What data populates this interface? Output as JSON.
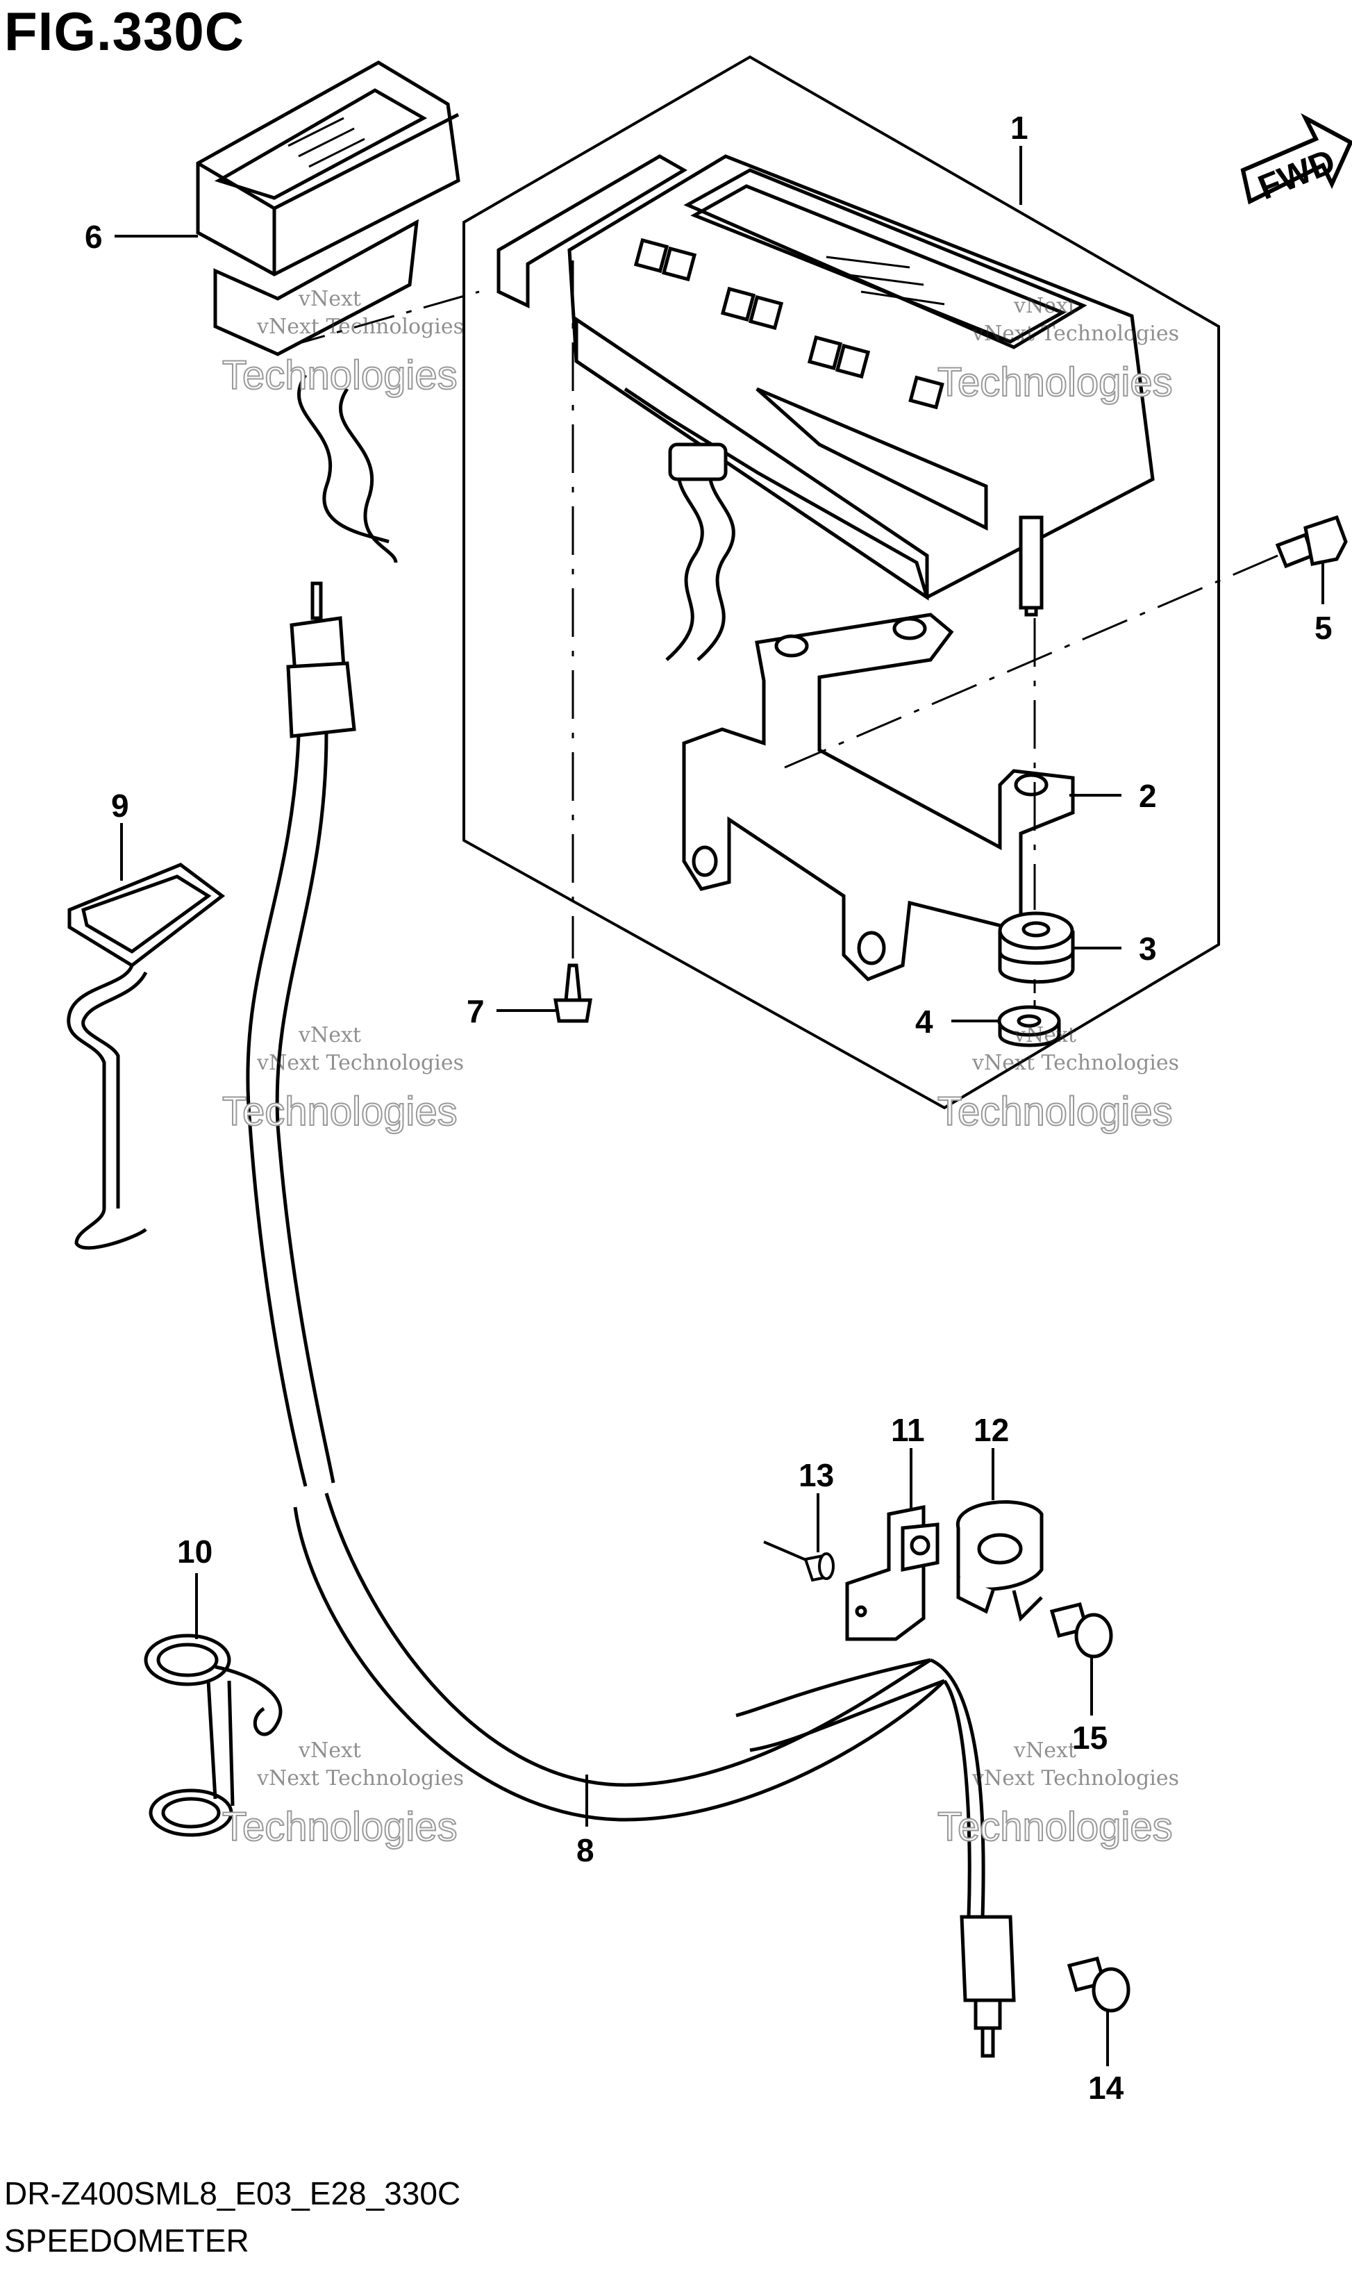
{
  "figure": {
    "title": "FIG.330C",
    "code": "DR-Z400SML8_E03_E28_330C",
    "name": "SPEEDOMETER"
  },
  "direction_badge": "FWD",
  "watermark": {
    "line1": "vNext Technologies",
    "line2": "Technologies",
    "top": "vNext"
  },
  "callouts": [
    {
      "id": "1",
      "label": "1"
    },
    {
      "id": "2",
      "label": "2"
    },
    {
      "id": "3",
      "label": "3"
    },
    {
      "id": "4",
      "label": "4"
    },
    {
      "id": "5",
      "label": "5"
    },
    {
      "id": "6",
      "label": "6"
    },
    {
      "id": "7",
      "label": "7"
    },
    {
      "id": "8",
      "label": "8"
    },
    {
      "id": "9",
      "label": "9"
    },
    {
      "id": "10",
      "label": "10"
    },
    {
      "id": "11",
      "label": "11"
    },
    {
      "id": "12",
      "label": "12"
    },
    {
      "id": "13",
      "label": "13"
    },
    {
      "id": "14",
      "label": "14"
    },
    {
      "id": "15",
      "label": "15"
    }
  ],
  "colors": {
    "line": "#000000",
    "background": "#ffffff"
  }
}
